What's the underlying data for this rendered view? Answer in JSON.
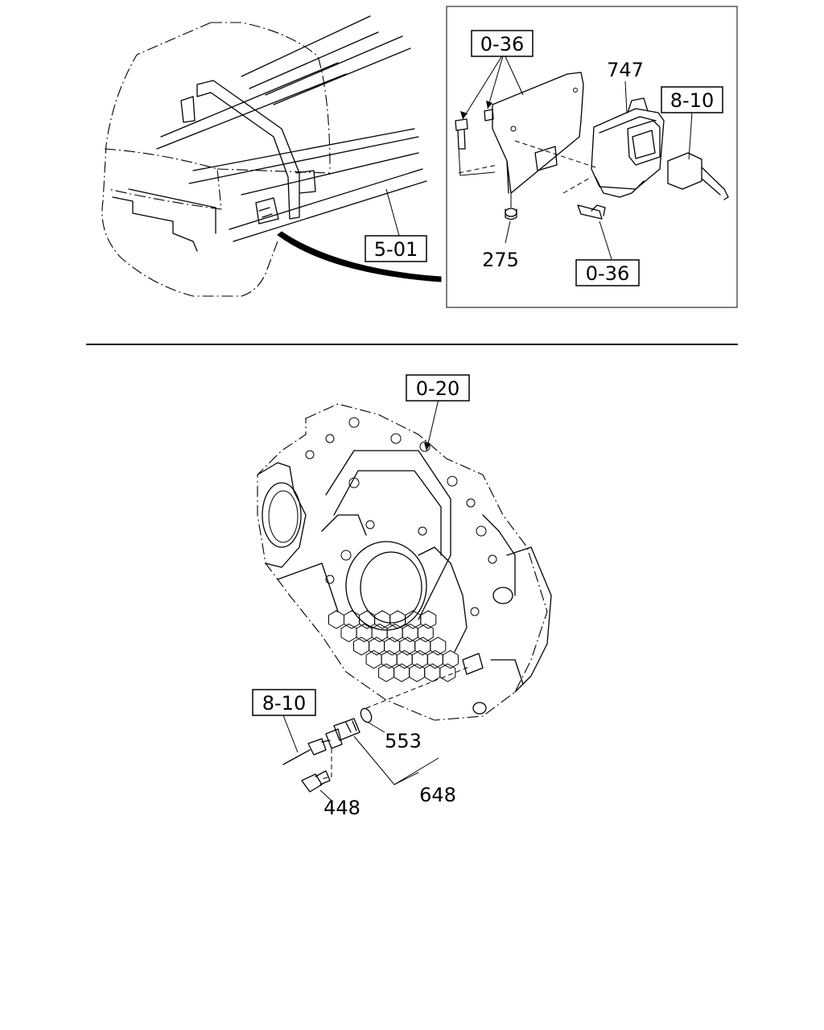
{
  "labels": {
    "ref_0_36_top": "0-36",
    "part_747": "747",
    "ref_8_10_top": "8-10",
    "ref_5_01": "5-01",
    "part_275": "275",
    "ref_0_36_bottom": "0-36",
    "ref_0_20": "0-20",
    "ref_8_10_bottom": "8-10",
    "part_553": "553",
    "part_648": "648",
    "part_448": "448"
  },
  "colors": {
    "line": "#000000",
    "background": "#ffffff"
  }
}
